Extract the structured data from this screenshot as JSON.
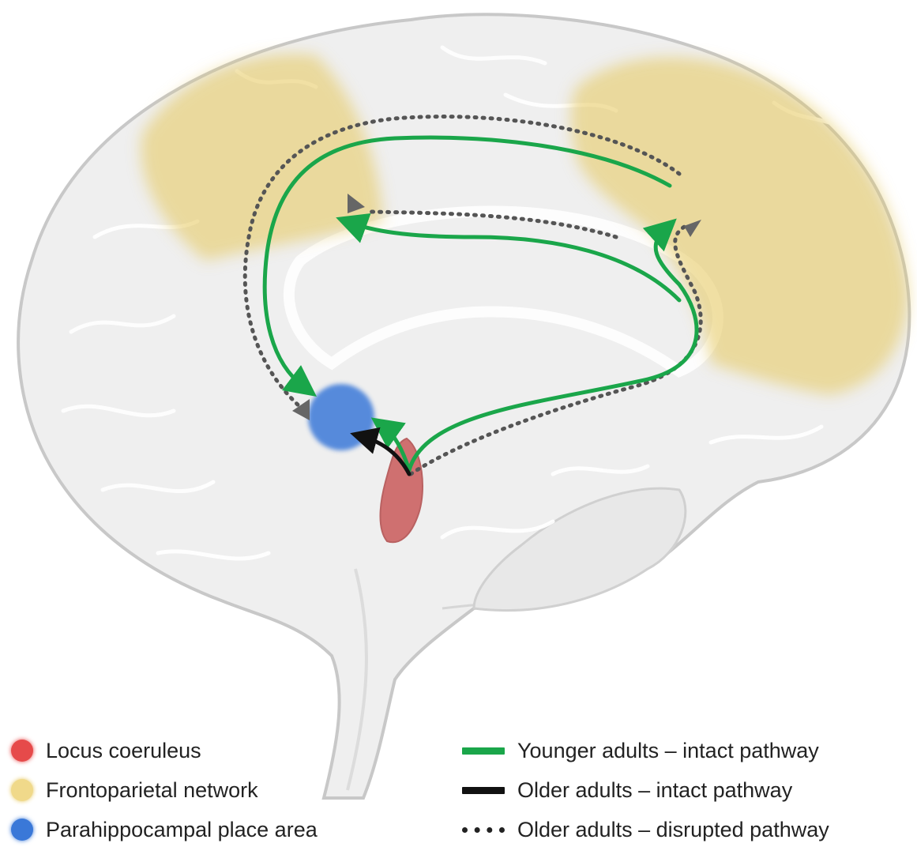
{
  "colors": {
    "locus": "#e64a4a",
    "frontoparietal": "#e6c75a",
    "parahippocampal": "#3a78d8",
    "younger": "#1aa64a",
    "older_intact": "#111111",
    "older_disrupted": "#555555"
  },
  "legend_regions": [
    {
      "label": "Locus coeruleus",
      "color": "#e64a4a"
    },
    {
      "label": "Frontoparietal network",
      "color": "#e6c75a"
    },
    {
      "label": "Parahippocampal place area",
      "color": "#3a78d8"
    }
  ],
  "legend_pathways": [
    {
      "label": "Younger adults – intact pathway",
      "style": "solid",
      "color": "#1aa64a"
    },
    {
      "label": "Older adults – intact pathway",
      "style": "solid",
      "color": "#111111"
    },
    {
      "label": "Older adults – disrupted pathway",
      "style": "dotted",
      "color": "#222222"
    }
  ]
}
